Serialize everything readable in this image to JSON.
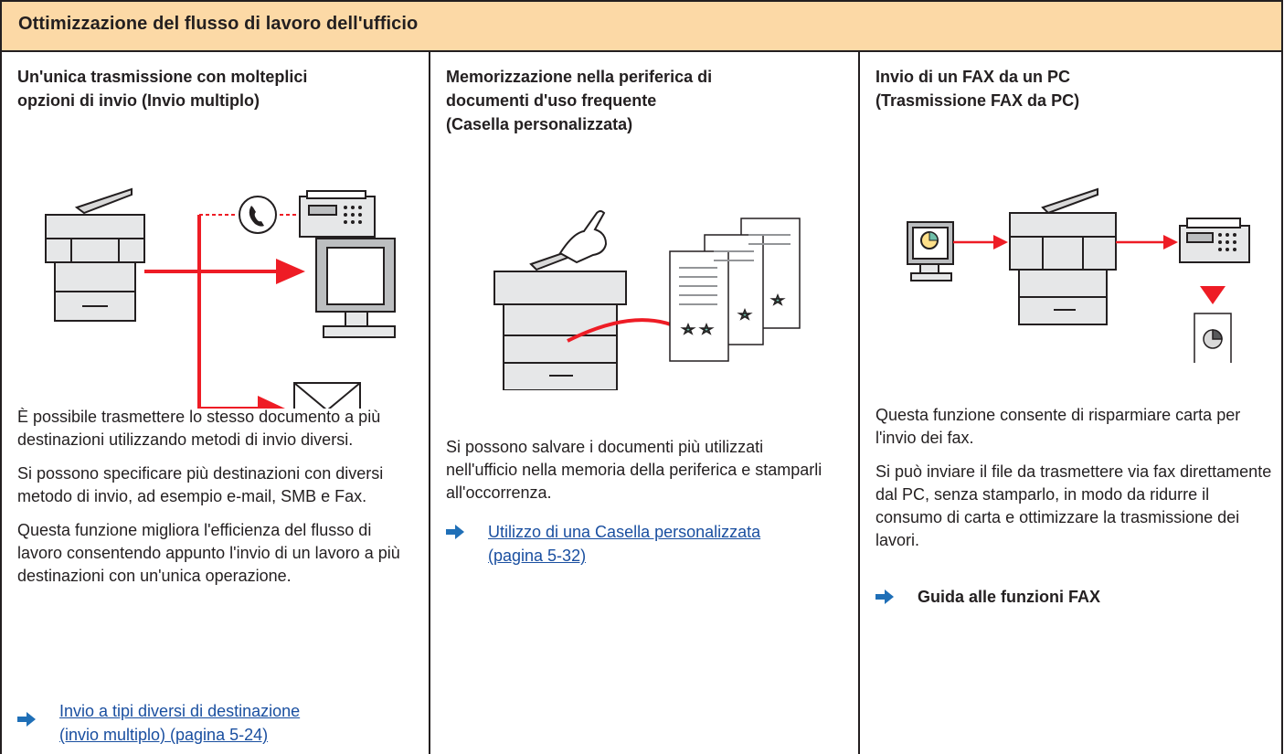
{
  "header": {
    "title": "Ottimizzazione del flusso di lavoro dell'ufficio"
  },
  "columns": [
    {
      "title_lines": [
        "Un'unica trasmissione con molteplici",
        "opzioni di invio (Invio multiplo)"
      ],
      "paragraphs": [
        "È possibile trasmettere lo stesso documento a più destinazioni utilizzando metodi di invio diversi.",
        "Si possono specificare più destinazioni con diversi metodo di invio, ad esempio e-mail, SMB e Fax.",
        "Questa funzione migliora l'efficienza del flusso di lavoro consentendo appunto l'invio di un lavoro a più destinazioni con un'unica operazione."
      ],
      "link_lines": [
        "Invio a tipi diversi di destinazione",
        "(invio multiplo) (pagina 5-24)"
      ]
    },
    {
      "title_lines": [
        "Memorizzazione nella periferica di",
        "documenti d'uso frequente",
        "(Casella personalizzata)"
      ],
      "paragraphs": [
        "Si possono salvare i documenti più utilizzati nell'ufficio nella memoria della periferica e stamparli all'occorrenza."
      ],
      "link_lines": [
        "Utilizzo di una Casella personalizzata",
        "(pagina 5-32)"
      ]
    },
    {
      "title_lines": [
        "Invio di un FAX da un PC",
        "(Trasmissione FAX da PC)"
      ],
      "paragraphs": [
        "Questa funzione consente di risparmiare carta per l'invio dei fax.",
        "Si può inviare il file da trasmettere via fax direttamente dal PC, senza stamparlo, in modo da ridurre il consumo di carta e ottimizzare la trasmissione dei lavori."
      ],
      "guide_label": "Guida alle funzioni FAX"
    }
  ],
  "colors": {
    "header_bg": "#fcd9a6",
    "arrow_red": "#ee1c25",
    "link_blue": "#1a4fa0",
    "nav_arrow": "#1f6fb7"
  },
  "icons": [
    "printer-icon",
    "phone-icon",
    "fax-icon",
    "monitor-icon",
    "envelope-icon",
    "hand-icon",
    "document-stack-icon",
    "pc-icon",
    "printed-fax-icon",
    "nav-arrow-icon"
  ]
}
